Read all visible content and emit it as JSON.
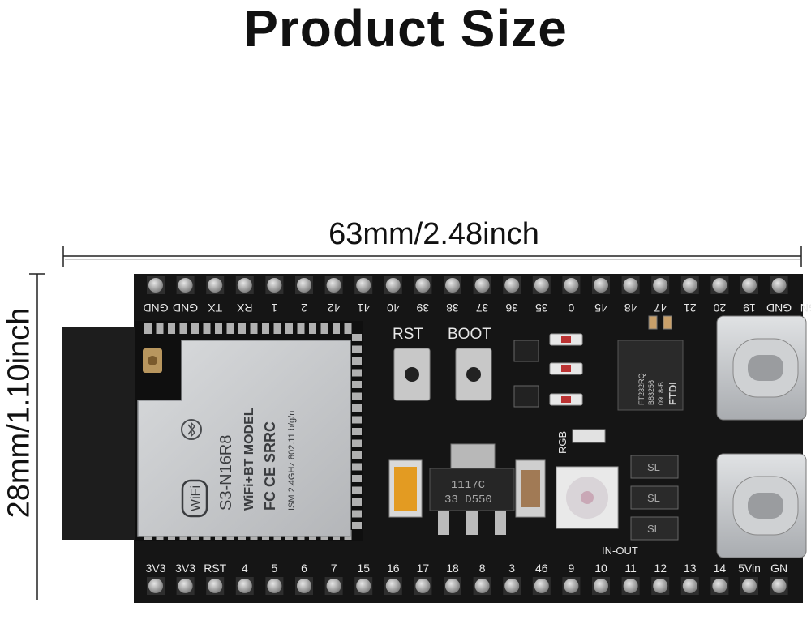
{
  "title": "Product Size",
  "dimensions": {
    "width": "63mm/2.48inch",
    "height": "28mm/1.10inch"
  },
  "labels": {
    "top_pins": [
      "GND",
      "GND",
      "TX",
      "RX",
      "1",
      "2",
      "42",
      "41",
      "40",
      "39",
      "38",
      "37",
      "36",
      "35",
      "0",
      "45",
      "48",
      "47",
      "21",
      "20",
      "19",
      "GND",
      "GN"
    ],
    "bottom_pins": [
      "3V3",
      "3V3",
      "RST",
      "4",
      "5",
      "6",
      "7",
      "15",
      "16",
      "17",
      "18",
      "8",
      "3",
      "46",
      "9",
      "10",
      "11",
      "12",
      "13",
      "14",
      "5Vin",
      "GN"
    ],
    "buttons": [
      "RST",
      "BOOT"
    ],
    "module_lines": [
      "S3-N16R8",
      "WiFi+BT MODEL",
      "FC CE SRRC",
      "ISM 2.4GHz 802.11 b/g/n"
    ],
    "regulator": [
      "1117C",
      "33 D550"
    ],
    "rgb": "RGB",
    "in_out": "IN-OUT",
    "ftdi": [
      "FT232RQ",
      "B83256",
      "0918-B",
      "FTDI"
    ],
    "sl": [
      "SL",
      "SL",
      "SL"
    ],
    "wifi_logo": "WiFi"
  },
  "colors": {
    "board": "#151515",
    "silkscreen": "#e9e9e9",
    "shield": "#c9cbcd",
    "pin_metal": "#a8a8a8"
  }
}
